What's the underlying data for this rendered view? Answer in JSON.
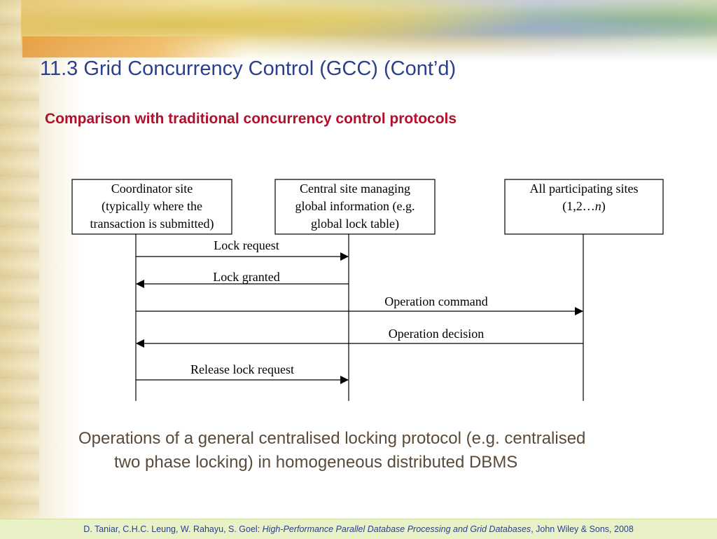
{
  "slide": {
    "title": "11.3 Grid Concurrency Control (GCC) (Cont’d)",
    "subtitle": "Comparison with traditional concurrency control protocols"
  },
  "diagram": {
    "participants": [
      {
        "lines": [
          "Coordinator site",
          "(typically where the",
          "transaction is submitted)"
        ]
      },
      {
        "lines": [
          "Central site managing",
          "global information (e.g.",
          "global lock table)"
        ]
      },
      {
        "lines": [
          "All participating sites",
          "(1,2…",
          "n",
          ")"
        ]
      }
    ],
    "messages": [
      {
        "label": "Lock request",
        "from": 1,
        "to": 2
      },
      {
        "label": "Lock granted",
        "from": 2,
        "to": 1
      },
      {
        "label": "Operation command",
        "from": 1,
        "to": 3
      },
      {
        "label": "Operation decision",
        "from": 3,
        "to": 1
      },
      {
        "label": "Release lock request",
        "from": 1,
        "to": 2
      }
    ]
  },
  "caption": {
    "line1": "Operations of a general centralised locking protocol (e.g. centralised",
    "line2": "two phase locking) in homogeneous distributed DBMS"
  },
  "footer": {
    "authors": "D. Taniar, C.H.C. Leung, W. Rahayu, S. Goel: ",
    "book": "High-Performance Parallel Database Processing and Grid Databases",
    "publisher": ", John Wiley & Sons, 2008"
  },
  "colors": {
    "title": "#2b3f8c",
    "subtitle": "#b0102c",
    "caption": "#5a4a3a",
    "footer_bg": "#e9f2c6"
  }
}
